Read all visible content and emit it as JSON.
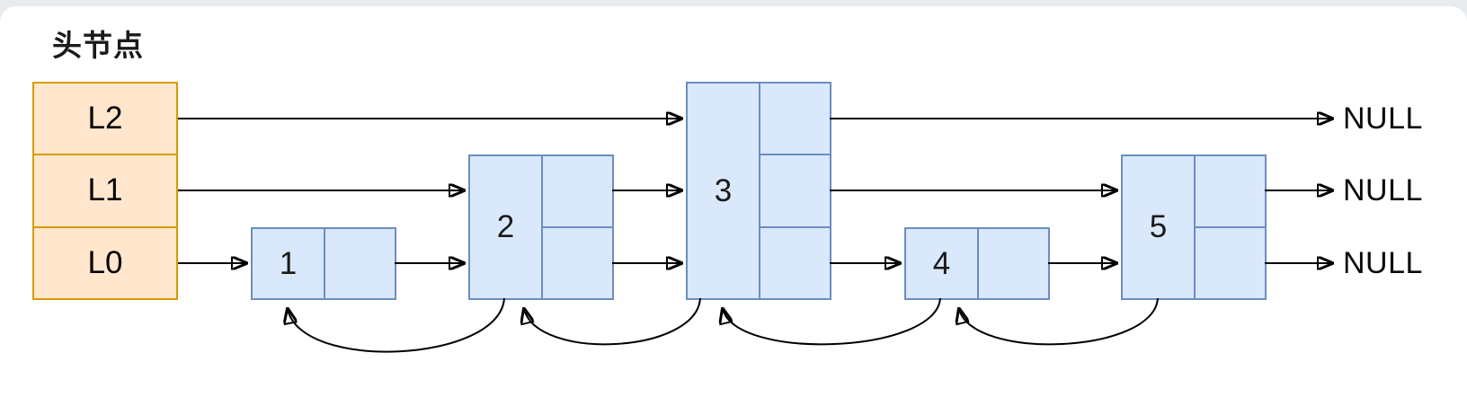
{
  "diagram": {
    "type": "skip-list",
    "head_label": "头节点",
    "head_levels": [
      "L2",
      "L1",
      "L0"
    ],
    "nodes": [
      {
        "value": "1",
        "levels": 1
      },
      {
        "value": "2",
        "levels": 2
      },
      {
        "value": "3",
        "levels": 3
      },
      {
        "value": "4",
        "levels": 1
      },
      {
        "value": "5",
        "levels": 2
      }
    ],
    "null_labels": [
      "NULL",
      "NULL",
      "NULL"
    ],
    "colors": {
      "head_fill": "#FFE6CC",
      "head_stroke": "#D79B00",
      "node_fill": "#DAE8FC",
      "node_stroke": "#6C8EBF",
      "arrow": "#000000"
    }
  }
}
